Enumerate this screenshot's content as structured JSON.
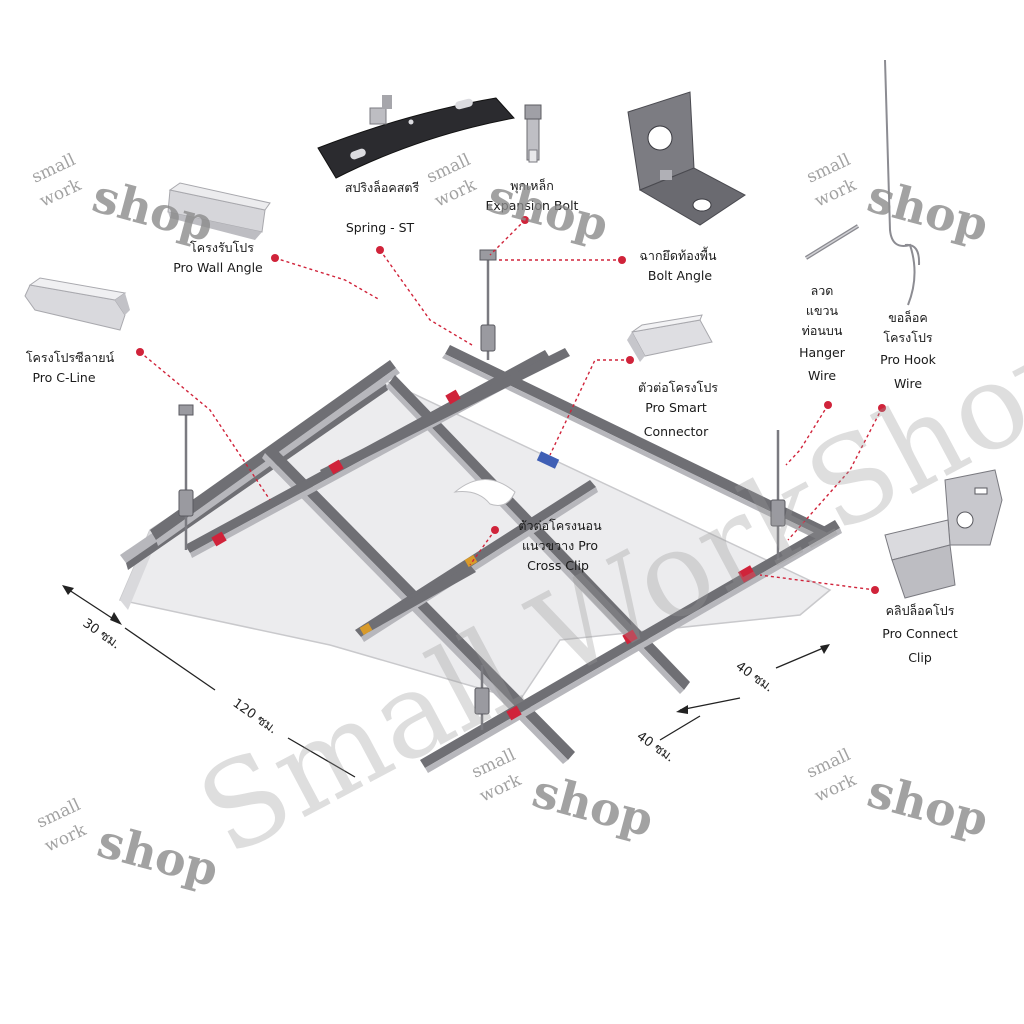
{
  "callouts": {
    "wall_angle": {
      "th": "โครงรับโปร",
      "en": "Pro Wall Angle"
    },
    "c_line": {
      "th": "โครงโปรซีลายน์",
      "en": "Pro C-Line"
    },
    "spring": {
      "th": "สปริงล็อคสตรี",
      "en": "Spring - ST"
    },
    "expansion_bolt": {
      "th": "พุกเหล็ก",
      "en": "Expansion Bolt"
    },
    "bolt_angle": {
      "th": "ฉากยึดท้องพื้น",
      "en": "Bolt Angle"
    },
    "smart_connector": {
      "th": "ตัวต่อโครงโปร",
      "en1": "Pro Smart",
      "en2": "Connector"
    },
    "cross_clip": {
      "th1": "ตัวต่อโครงนอน",
      "th2": "แนวขวาง Pro",
      "en": "Cross Clip"
    },
    "hanger_wire": {
      "th1": "ลวด",
      "th2": "แขวน",
      "th3": "ท่อนบน",
      "en1": "Hanger",
      "en2": "Wire"
    },
    "hook_wire": {
      "th1": "ขอล็อค",
      "th2": "โครงโปร",
      "en1": "Pro Hook",
      "en2": "Wire"
    },
    "connect_clip": {
      "th": "คลิปล็อคโปร",
      "en1": "Pro Connect",
      "en2": "Clip"
    }
  },
  "dimensions": {
    "d30": "30 ซม.",
    "d120": "120 ซม.",
    "d40a": "40 ซม.",
    "d40b": "40 ซม."
  },
  "watermark": {
    "main": "Small WorkShop",
    "logo_small": "small",
    "logo_work": "work",
    "logo_shop": "shop"
  },
  "colors": {
    "callout_red": "#d0233a",
    "rail_grey": "#6f6f74"
  },
  "icons": [
    "wall-angle-part-icon",
    "c-line-part-icon",
    "spring-st-part-icon",
    "expansion-bolt-part-icon",
    "bolt-angle-part-icon",
    "smart-connector-part-icon",
    "hanger-wire-part-icon",
    "hook-wire-part-icon",
    "connect-clip-part-icon"
  ]
}
